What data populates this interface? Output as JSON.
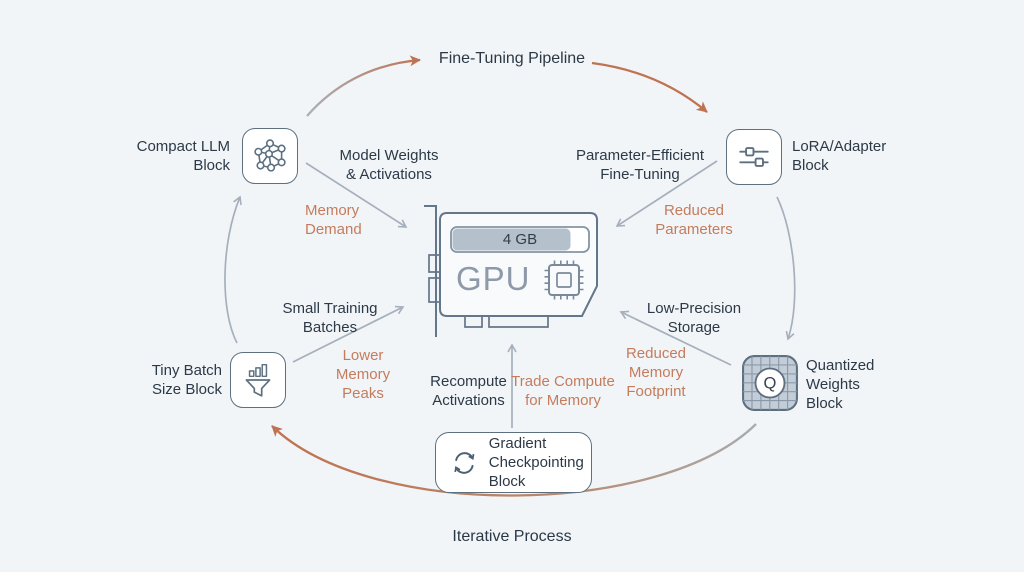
{
  "pipeline": {
    "top_label": "Fine-Tuning Pipeline",
    "bottom_label": "Iterative Process"
  },
  "gpu": {
    "name": "GPU",
    "memory_capacity": "4 GB"
  },
  "blocks": {
    "compact_llm": {
      "label": "Compact LLM Block",
      "icon": "neural-network-icon"
    },
    "lora_adapter": {
      "label": "LoRA/Adapter Block",
      "icon": "sliders-icon"
    },
    "tiny_batch": {
      "label": "Tiny Batch Size Block",
      "icon": "funnel-bars-icon"
    },
    "quantized": {
      "label": "Quantized Weights Block",
      "icon": "quantized-grid-icon",
      "icon_letter": "Q"
    },
    "gradient_checkpointing": {
      "label": "Gradient Checkpointing Block",
      "icon": "cycle-icon"
    }
  },
  "edge_labels": {
    "model_weights": "Model Weights & Activations",
    "memory_demand": "Memory Demand",
    "parameter_efficient": "Parameter-Efficient Fine-Tuning",
    "reduced_parameters": "Reduced Parameters",
    "small_training": "Small Training Batches",
    "lower_memory_peaks": "Lower Memory Peaks",
    "low_precision": "Low-Precision Storage",
    "reduced_memory_footprint": "Reduced Memory Footprint",
    "recompute_activations": "Recompute Activations",
    "trade_compute": "Trade Compute for Memory"
  },
  "colors": {
    "background": "#f2f5f8",
    "dark_text": "#2c3947",
    "orange_text": "#c47c5c",
    "orange_arrow": "#bf7352",
    "gray_arrow": "#a6b0bc",
    "block_border": "#5d7080",
    "gpu_outline": "#64768a",
    "memory_bar_fill": "#b5c0cd"
  }
}
